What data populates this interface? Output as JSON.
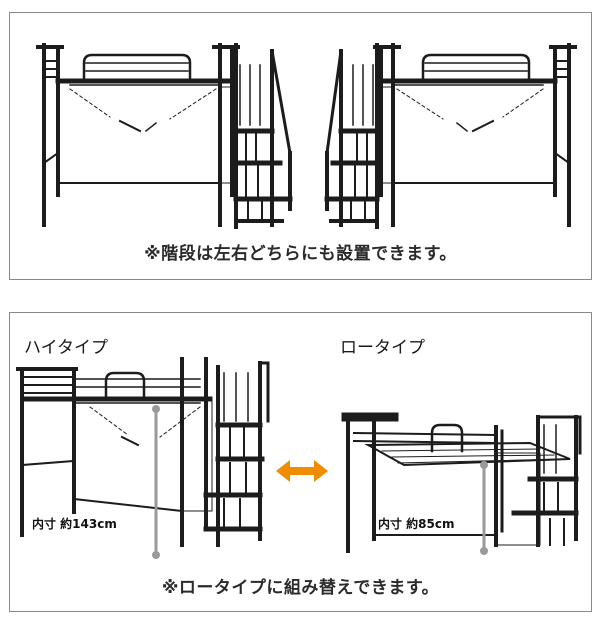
{
  "top_panel": {
    "caption": "※階段は左右どちらにも設置できます。"
  },
  "bottom_panel": {
    "high_label": "ハイタイプ",
    "low_label": "ロータイプ",
    "high_dimension": "内寸 約143cm",
    "low_dimension": "内寸 約85cm",
    "caption": "※ロータイプに組み替えできます。"
  },
  "colors": {
    "frame": "#1c1c1c",
    "panel_border": "#8a8a8a",
    "arrow": "#f08c00",
    "dimension_line": "#9a9a9a"
  },
  "icons": [
    "double-arrow-icon"
  ]
}
